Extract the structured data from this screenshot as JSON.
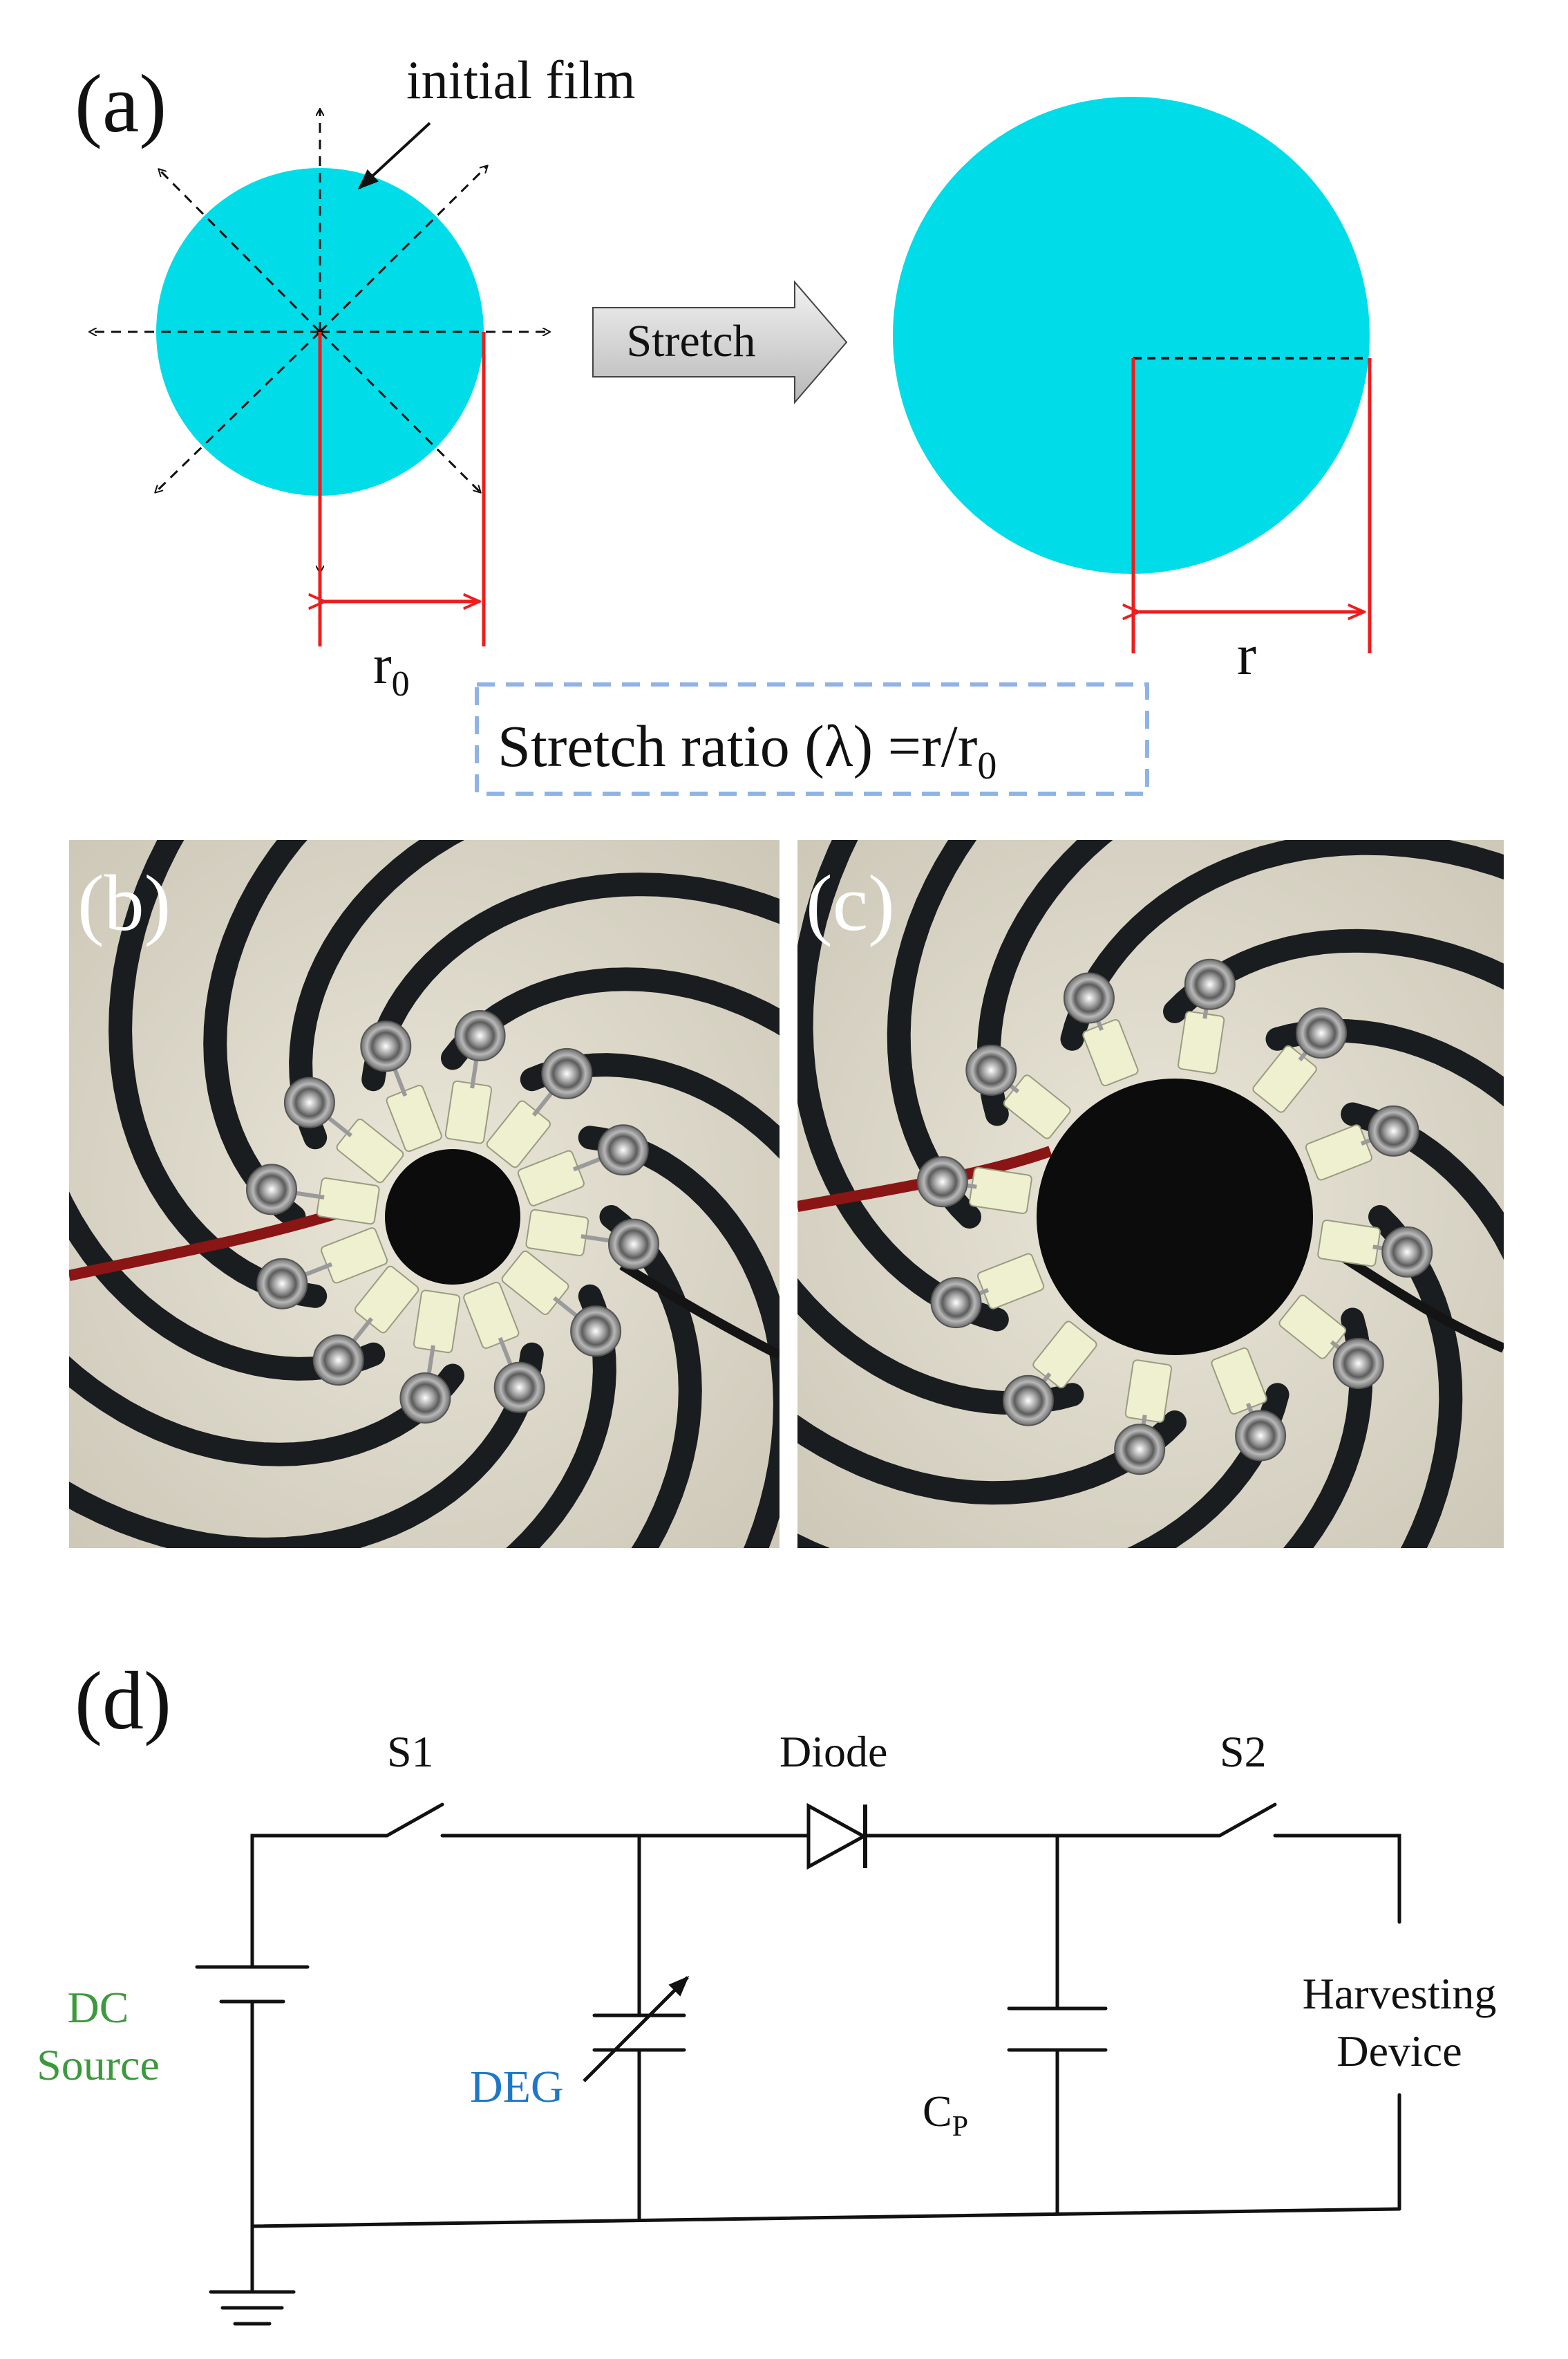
{
  "panel_a": {
    "label": "(a)",
    "initial_film": "initial film",
    "stretch": "Stretch",
    "r0_base": "r",
    "r0_sub": "0",
    "r_label": "r",
    "ratio_main": "Stretch ratio (λ) =r/r",
    "ratio_sub": "0",
    "colors": {
      "film": "#00DDE8",
      "dimension": "#EE1C1C",
      "ratio_box": "#8FB3E6"
    }
  },
  "panel_b": {
    "label": "(b)"
  },
  "panel_c": {
    "label": "(c)"
  },
  "panel_d": {
    "label": "(d)",
    "s1": "S1",
    "diode": "Diode",
    "s2": "S2",
    "dc_source_1": "DC",
    "dc_source_2": "Source",
    "deg": "DEG",
    "cp_base": "C",
    "cp_sub": "P",
    "harvesting_1": "Harvesting",
    "harvesting_2": "Device",
    "colors": {
      "dc_source": "#3C9A3C",
      "deg": "#1E78C8"
    }
  }
}
